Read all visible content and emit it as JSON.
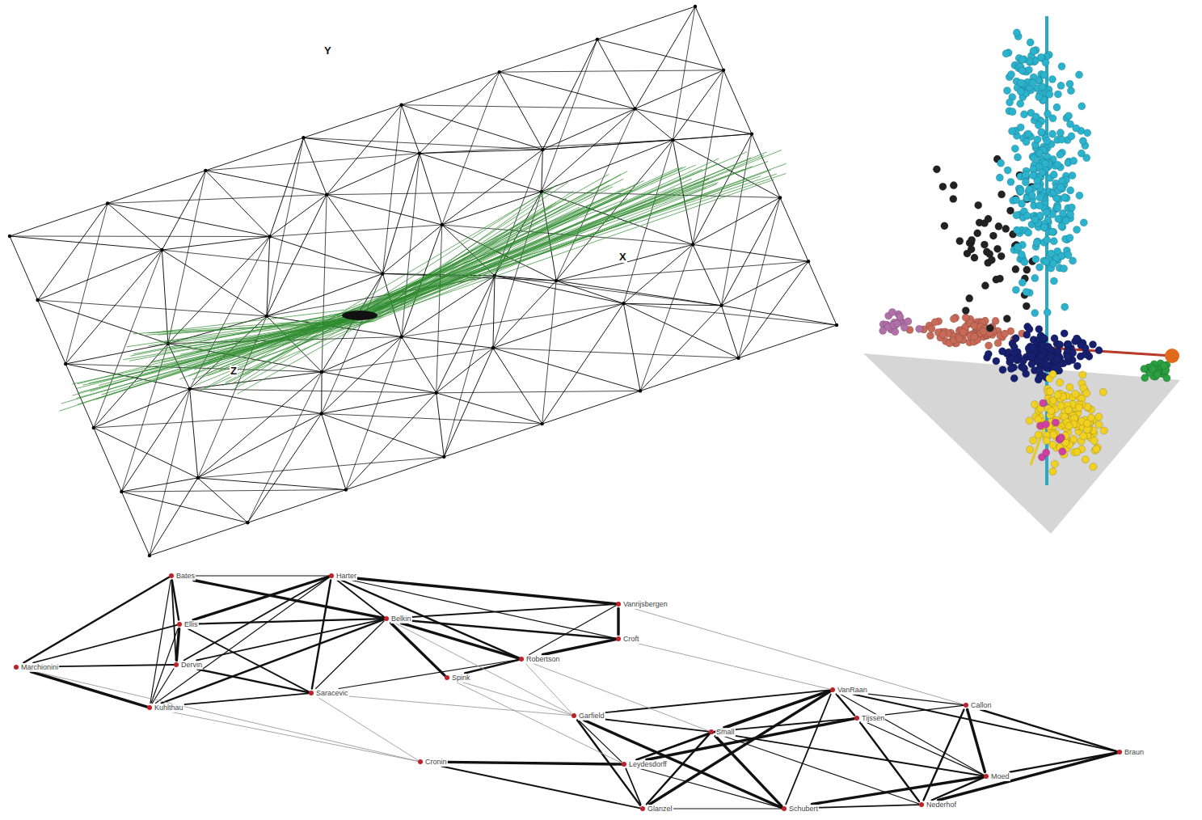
{
  "diagram": {
    "nodes": [
      {
        "text": [
          "Bates"
        ]
      },
      {
        "text": [
          "Harter"
        ]
      },
      {
        "text": [
          "Vanrijsbergen"
        ]
      },
      {
        "text": [
          "Ellis"
        ]
      },
      {
        "text": [
          "Belkin"
        ]
      },
      {
        "text": [
          "Croft"
        ]
      },
      {
        "text": [
          "Robertson"
        ]
      },
      {
        "text": [
          "Dervin"
        ]
      },
      {
        "text": [
          "Marchionini"
        ]
      },
      {
        "text": [
          "Spink"
        ]
      },
      {
        "text": [
          "Saracevic"
        ]
      },
      {
        "text": [
          "Kuhlthau"
        ]
      },
      {
        "text": [
          "VanRaan"
        ]
      },
      {
        "text": [
          "Callon"
        ]
      },
      {
        "text": [
          "Tijssen"
        ]
      },
      {
        "text": [
          "Garfield"
        ]
      },
      {
        "text": [
          "Small"
        ]
      },
      {
        "text": [
          "Braun"
        ]
      },
      {
        "text": [
          "Cronin"
        ]
      },
      {
        "text": [
          "Leydesdorff"
        ]
      },
      {
        "text": [
          "Moed"
        ]
      },
      {
        "text": [
          "Nederhof"
        ]
      },
      {
        "text": [
          "Glanzel"
        ]
      },
      {
        "text": [
          "Schubert"
        ]
      }
    ],
    "edges": [
      {
        "from": 0,
        "to": 1,
        "arrow": "none"
      },
      {
        "from": 0,
        "to": 3,
        "arrow": "none"
      },
      {
        "from": 0,
        "to": 4,
        "arrow": "none"
      },
      {
        "from": 0,
        "to": 7,
        "arrow": "none"
      },
      {
        "from": 0,
        "to": 11,
        "arrow": "none"
      },
      {
        "from": 0,
        "to": 8,
        "arrow": "none"
      },
      {
        "from": 1,
        "to": 2,
        "arrow": "none"
      },
      {
        "from": 1,
        "to": 4,
        "arrow": "none"
      },
      {
        "from": 1,
        "to": 5,
        "arrow": "none"
      },
      {
        "from": 1,
        "to": 6,
        "arrow": "none"
      },
      {
        "from": 1,
        "to": 3,
        "arrow": "none"
      },
      {
        "from": 1,
        "to": 7,
        "arrow": "none"
      },
      {
        "from": 1,
        "to": 11,
        "arrow": "none"
      },
      {
        "from": 1,
        "to": 10,
        "arrow": "none"
      },
      {
        "from": 2,
        "to": 5,
        "arrow": "none"
      },
      {
        "from": 2,
        "to": 4,
        "arrow": "none"
      },
      {
        "from": 2,
        "to": 6,
        "arrow": "none"
      },
      {
        "from": 3,
        "to": 4,
        "arrow": "none"
      },
      {
        "from": 3,
        "to": 7,
        "arrow": "none"
      },
      {
        "from": 3,
        "to": 8,
        "arrow": "none"
      },
      {
        "from": 3,
        "to": 11,
        "arrow": "none"
      },
      {
        "from": 4,
        "to": 5,
        "arrow": "none"
      },
      {
        "from": 4,
        "to": 6,
        "arrow": "none"
      },
      {
        "from": 4,
        "to": 7,
        "arrow": "none"
      },
      {
        "from": 4,
        "to": 10,
        "arrow": "none"
      },
      {
        "from": 4,
        "to": 11,
        "arrow": "none"
      },
      {
        "from": 5,
        "to": 6,
        "arrow": "none"
      },
      {
        "from": 7,
        "to": 8,
        "arrow": "none"
      },
      {
        "from": 7,
        "to": 11,
        "arrow": "none"
      },
      {
        "from": 7,
        "to": 10,
        "arrow": "none"
      },
      {
        "from": 8,
        "to": 11,
        "arrow": "none"
      },
      {
        "from": 10,
        "to": 11,
        "arrow": "none"
      },
      {
        "from": 6,
        "to": 10,
        "arrow": "none"
      },
      {
        "from": 9,
        "to": 6,
        "arrow": "none"
      },
      {
        "from": 9,
        "to": 4,
        "arrow": "none"
      },
      {
        "from": 10,
        "to": 3,
        "arrow": "none"
      },
      {
        "from": 12,
        "to": 13,
        "arrow": "none"
      },
      {
        "from": 12,
        "to": 14,
        "arrow": "none"
      },
      {
        "from": 12,
        "to": 16,
        "arrow": "none"
      },
      {
        "from": 12,
        "to": 17,
        "arrow": "none"
      },
      {
        "from": 12,
        "to": 20,
        "arrow": "none"
      },
      {
        "from": 12,
        "to": 19,
        "arrow": "none"
      },
      {
        "from": 12,
        "to": 22,
        "arrow": "none"
      },
      {
        "from": 12,
        "to": 23,
        "arrow": "none"
      },
      {
        "from": 13,
        "to": 14,
        "arrow": "none"
      },
      {
        "from": 13,
        "to": 17,
        "arrow": "none"
      },
      {
        "from": 13,
        "to": 20,
        "arrow": "none"
      },
      {
        "from": 14,
        "to": 16,
        "arrow": "none"
      },
      {
        "from": 14,
        "to": 20,
        "arrow": "none"
      },
      {
        "from": 14,
        "to": 21,
        "arrow": "none"
      },
      {
        "from": 14,
        "to": 19,
        "arrow": "none"
      },
      {
        "from": 15,
        "to": 16,
        "arrow": "none"
      },
      {
        "from": 15,
        "to": 19,
        "arrow": "none"
      },
      {
        "from": 15,
        "to": 22,
        "arrow": "none"
      },
      {
        "from": 15,
        "to": 23,
        "arrow": "none"
      },
      {
        "from": 15,
        "to": 12,
        "arrow": "none"
      },
      {
        "from": 16,
        "to": 19,
        "arrow": "none"
      },
      {
        "from": 16,
        "to": 22,
        "arrow": "none"
      },
      {
        "from": 16,
        "to": 23,
        "arrow": "none"
      },
      {
        "from": 16,
        "to": 20,
        "arrow": "none"
      },
      {
        "from": 16,
        "to": 21,
        "arrow": "none"
      },
      {
        "from": 17,
        "to": 20,
        "arrow": "none"
      },
      {
        "from": 17,
        "to": 21,
        "arrow": "none"
      },
      {
        "from": 19,
        "to": 22,
        "arrow": "none"
      },
      {
        "from": 19,
        "to": 23,
        "arrow": "none"
      },
      {
        "from": 20,
        "to": 21,
        "arrow": "none"
      },
      {
        "from": 20,
        "to": 23,
        "arrow": "none"
      },
      {
        "from": 21,
        "to": 23,
        "arrow": "none"
      },
      {
        "from": 22,
        "to": 23,
        "arrow": "none"
      },
      {
        "from": 13,
        "to": 21,
        "arrow": "none"
      },
      {
        "from": 18,
        "to": 19,
        "arrow": "none"
      },
      {
        "from": 18,
        "to": 22,
        "arrow": "none"
      },
      {
        "from": 11,
        "to": 18,
        "arrow": "none"
      },
      {
        "from": 10,
        "to": 18,
        "arrow": "none"
      },
      {
        "from": 6,
        "to": 15,
        "arrow": "none"
      },
      {
        "from": 5,
        "to": 12,
        "arrow": "none"
      },
      {
        "from": 2,
        "to": 13,
        "arrow": "none"
      },
      {
        "from": 9,
        "to": 15,
        "arrow": "none"
      },
      {
        "from": 9,
        "to": 19,
        "arrow": "none"
      },
      {
        "from": 6,
        "to": 16,
        "arrow": "none"
      },
      {
        "from": 10,
        "to": 15,
        "arrow": "none"
      },
      {
        "from": 4,
        "to": 15,
        "arrow": "none"
      },
      {
        "from": 8,
        "to": 18,
        "arrow": "none"
      }
    ],
    "labels": [
      "Y",
      "X",
      "Z"
    ]
  }
}
